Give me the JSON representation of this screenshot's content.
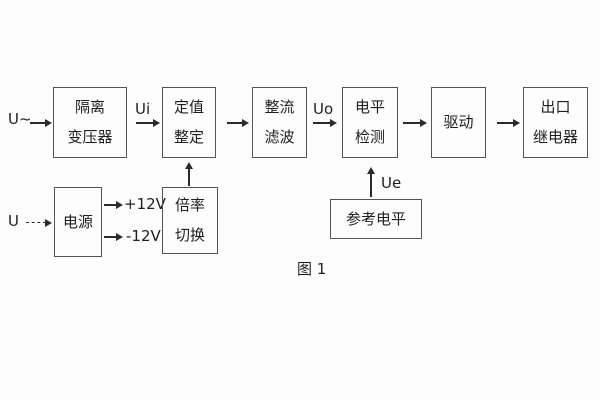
{
  "figure": {
    "caption": "图 1",
    "colors": {
      "background": "#fdfdfd",
      "box_border": "#555555",
      "line": "#2b2b2b",
      "text": "#1e1e1e"
    },
    "blocks": [
      {
        "name": "isolation-transformer",
        "line1": "隔离",
        "line2": "变压器"
      },
      {
        "name": "value-setting",
        "line1": "定值",
        "line2": "整定"
      },
      {
        "name": "rectifier-filter",
        "line1": "整流",
        "line2": "滤波"
      },
      {
        "name": "level-detection",
        "line1": "电平",
        "line2": "检测"
      },
      {
        "name": "driver",
        "line1": "驱动"
      },
      {
        "name": "output-relay",
        "line1": "出口",
        "line2": "继电器"
      },
      {
        "name": "power-supply",
        "line1": "电源"
      },
      {
        "name": "ratio-switch",
        "line1": "倍率",
        "line2": "切换"
      },
      {
        "name": "reference-level",
        "line1": "参考电平"
      }
    ],
    "signals": {
      "ac_input": "U~",
      "ui": "Ui",
      "uo": "Uo",
      "ue": "Ue",
      "dc_input": "U",
      "plus_12v": "+12V",
      "minus_12v": "-12V"
    }
  }
}
